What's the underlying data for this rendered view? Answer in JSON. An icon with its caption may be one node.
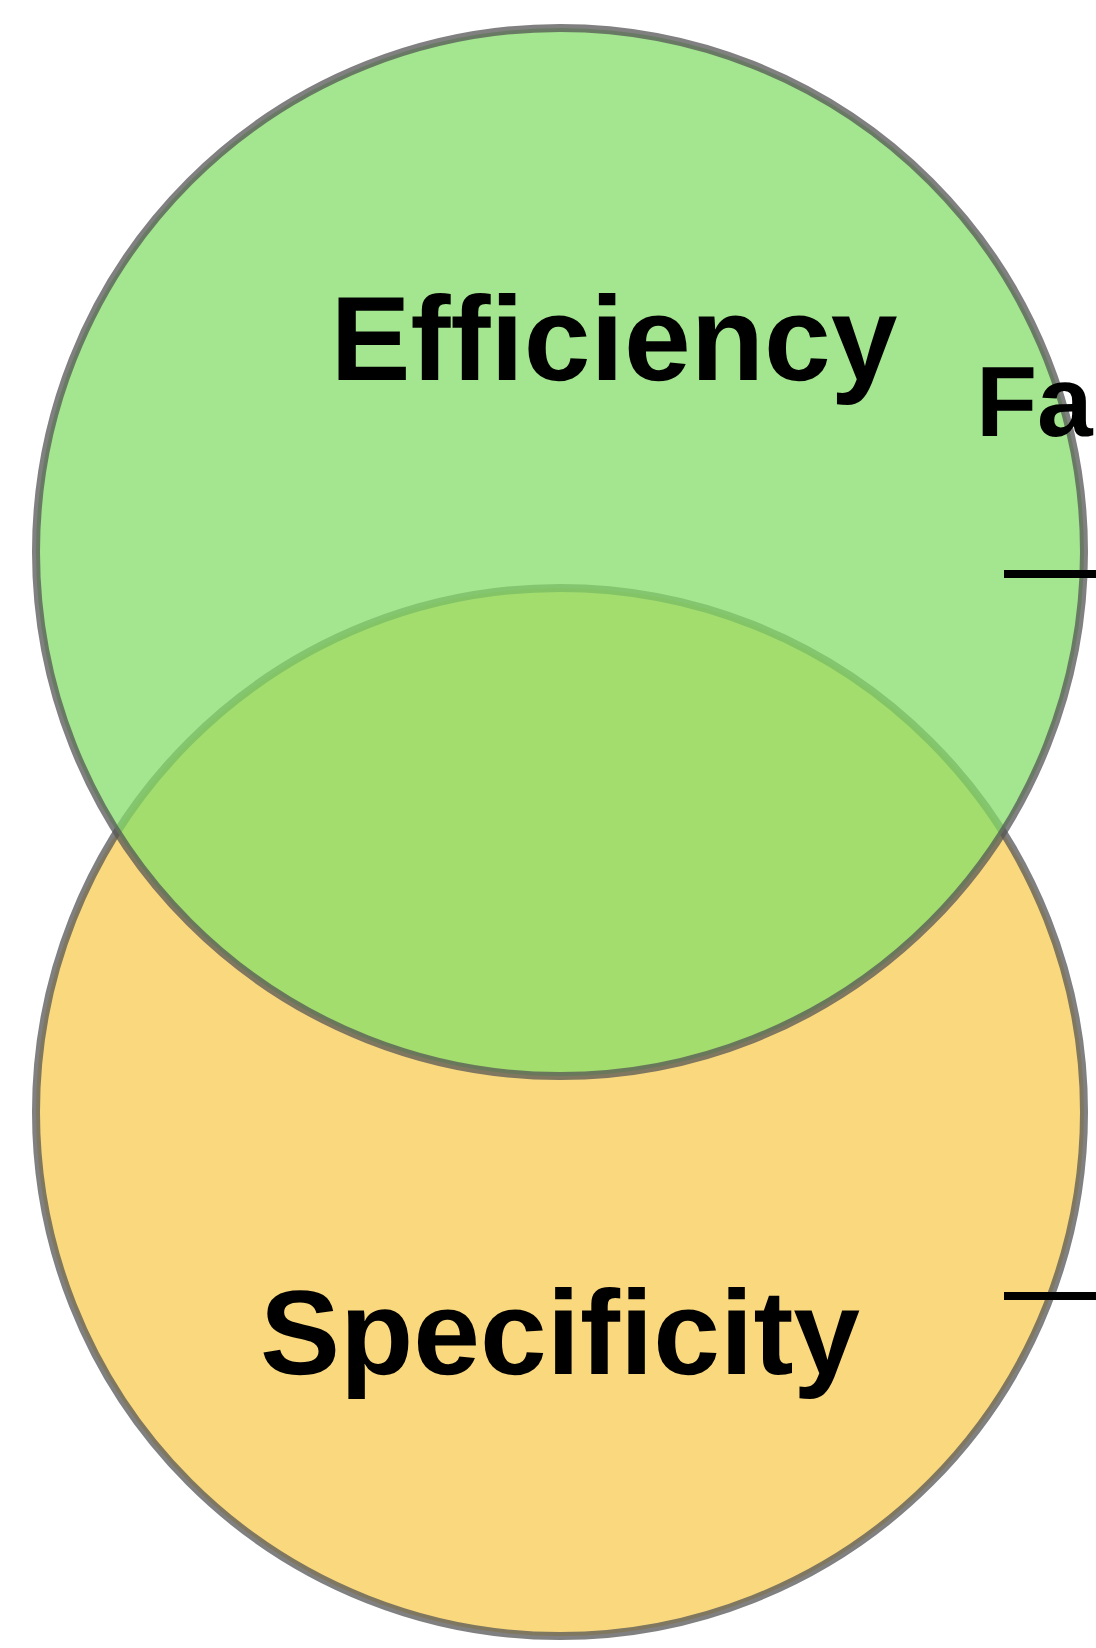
{
  "diagram": {
    "nodes": [
      {
        "text": [
          "Efficiency"
        ]
      },
      {
        "text": [
          "Specificity"
        ]
      }
    ],
    "edges": [
      {
        "from": null,
        "to": 0,
        "arrow": "none"
      },
      {
        "from": null,
        "to": 1,
        "arrow": "none"
      }
    ],
    "labels": [
      "Fa"
    ]
  }
}
